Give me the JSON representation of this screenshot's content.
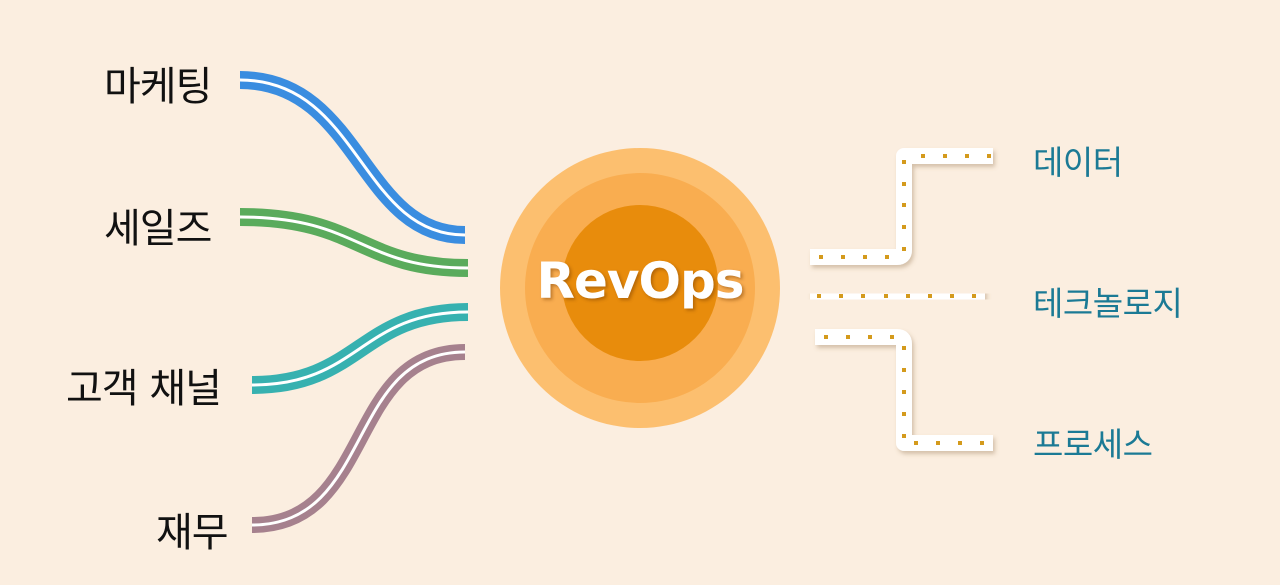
{
  "hub": {
    "label": "RevOps",
    "colors": {
      "outer": "#fcbf6f",
      "middle": "#f9ad50",
      "inner": "#e88c0c",
      "text": "#ffffff"
    }
  },
  "inputs": [
    {
      "label": "마케팅",
      "color": "#3a8de0"
    },
    {
      "label": "세일즈",
      "color": "#5aab5c"
    },
    {
      "label": "고객 채널",
      "color": "#37b1b0"
    },
    {
      "label": "재무",
      "color": "#a6818e"
    }
  ],
  "outputs": [
    {
      "label": "데이터"
    },
    {
      "label": "테크놀로지"
    },
    {
      "label": "프로세스"
    }
  ],
  "styles": {
    "background": "#fbeee0",
    "output_label_color": "#1b7a95",
    "strip_fill": "#ffffff",
    "strip_dot_color": "#d49a1b"
  }
}
